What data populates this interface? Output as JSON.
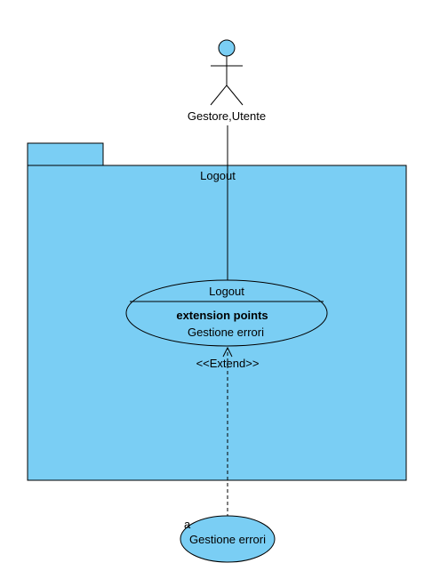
{
  "colors": {
    "fill": "#7ACEF4",
    "stroke": "#000000",
    "background": "#FFFFFF"
  },
  "actor": {
    "icon": "stick-figure-icon",
    "label": "Gestore,Utente"
  },
  "package": {
    "icon": "folder-tab-icon",
    "title": "Logout"
  },
  "use_case_logout": {
    "title": "Logout",
    "compartment_heading": "extension points",
    "extension_point": "Gestione errori"
  },
  "relationship": {
    "stereotype": "<<Extend>>"
  },
  "use_case_errors": {
    "title": "Gestione errori",
    "corner_label": "a"
  }
}
